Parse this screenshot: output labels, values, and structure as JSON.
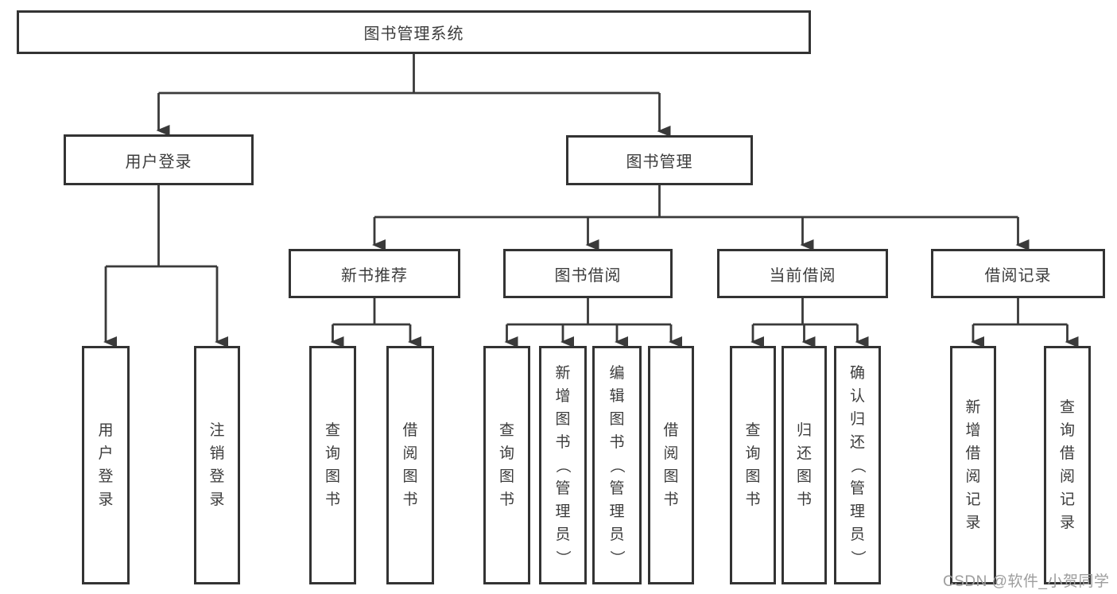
{
  "title": "图书管理系统",
  "root": {
    "label": "图书管理系统"
  },
  "level1": [
    {
      "label": "用户登录"
    },
    {
      "label": "图书管理"
    }
  ],
  "level2": [
    {
      "label": "新书推荐"
    },
    {
      "label": "图书借阅"
    },
    {
      "label": "当前借阅"
    },
    {
      "label": "借阅记录"
    }
  ],
  "level3_groups": [
    {
      "parent": "用户登录",
      "items": [
        {
          "label": "用户登录"
        },
        {
          "label": "注销登录"
        }
      ]
    },
    {
      "parent": "新书推荐",
      "items": [
        {
          "label": "查询图书"
        },
        {
          "label": "借阅图书"
        }
      ]
    },
    {
      "parent": "图书借阅",
      "items": [
        {
          "label": "查询图书"
        },
        {
          "label": "新增图书（管理员）"
        },
        {
          "label": "编辑图书（管理员）"
        },
        {
          "label": "借阅图书"
        }
      ]
    },
    {
      "parent": "当前借阅",
      "items": [
        {
          "label": "查询图书"
        },
        {
          "label": "归还图书"
        },
        {
          "label": "确认归还（管理员）"
        }
      ]
    },
    {
      "parent": "借阅记录",
      "items": [
        {
          "label": "新增借阅记录"
        },
        {
          "label": "查询借阅记录"
        }
      ]
    }
  ],
  "watermark": {
    "text": "CSDN @软件_小贺同学"
  },
  "colors": {
    "line": "#3a3a3a",
    "box_border": "#333333",
    "box_fill": "#ffffff",
    "text": "#3c3c3c",
    "watermark": "#9d9d9d"
  }
}
